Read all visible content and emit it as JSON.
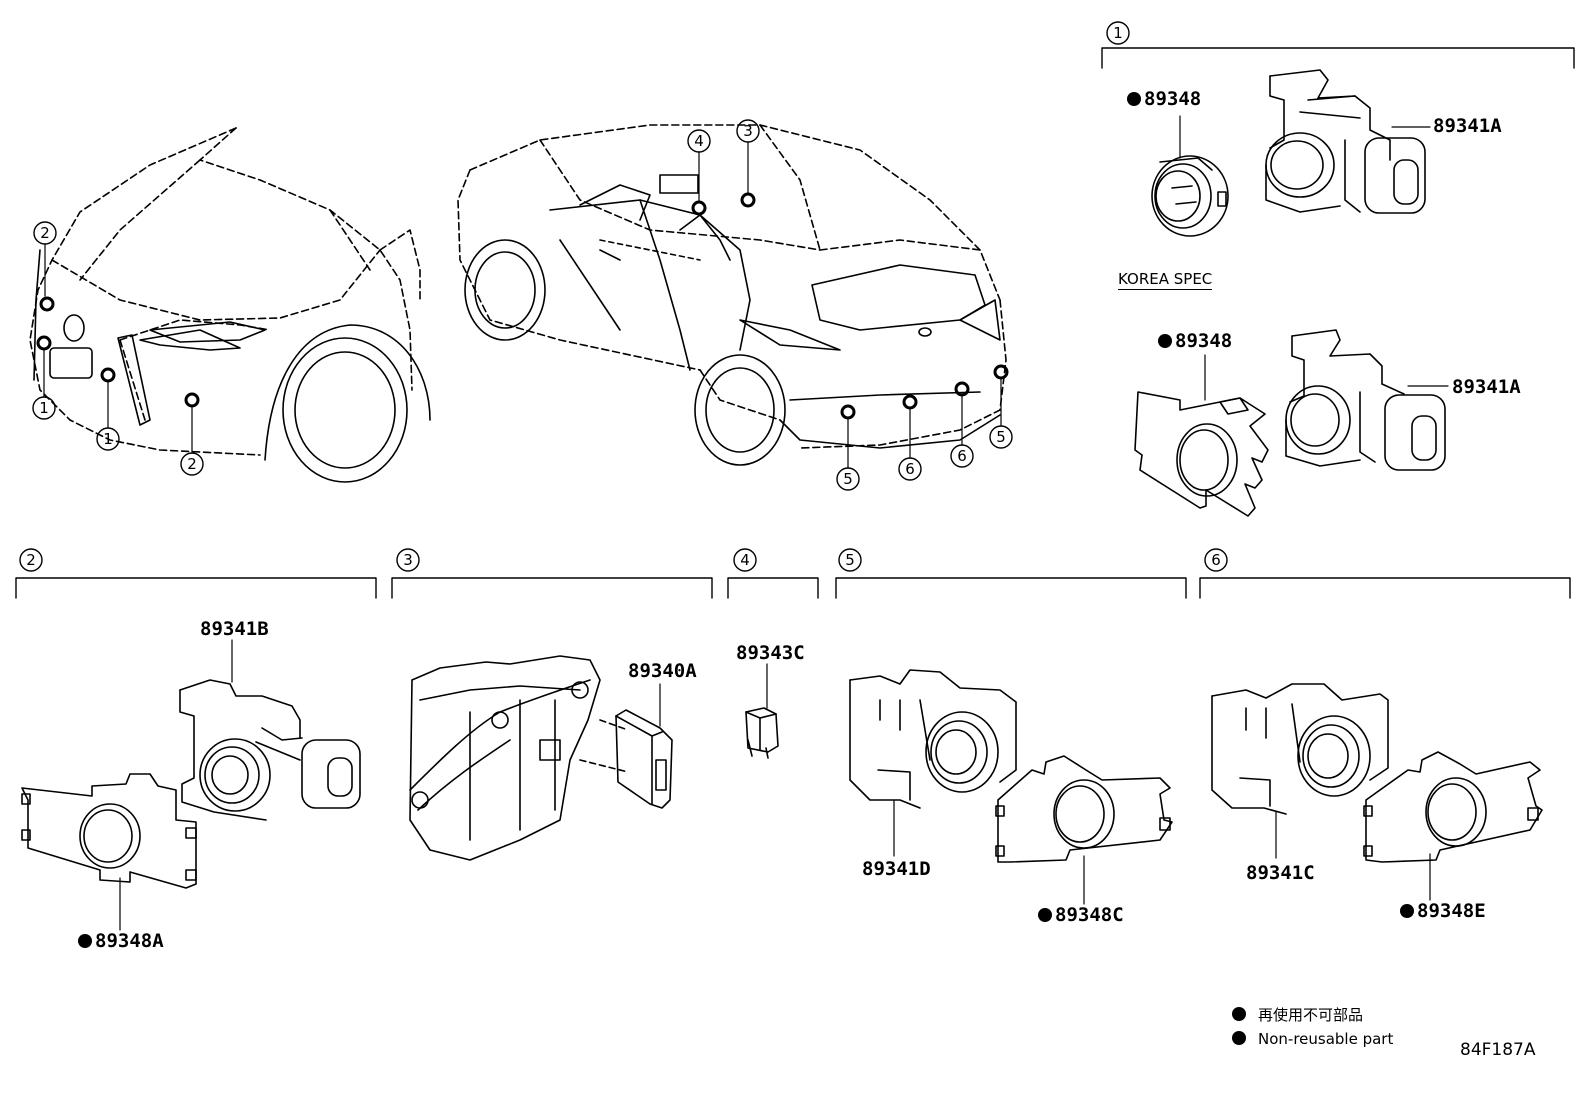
{
  "diagram": {
    "markers": {
      "m1": "1",
      "m2": "2",
      "m3": "3",
      "m4": "4",
      "m5": "5",
      "m6": "6"
    },
    "group1": {
      "label": "1",
      "standard": {
        "retainer": "89348",
        "sensor": "89341A"
      },
      "korea_spec_title": "KOREA SPEC",
      "korea": {
        "retainer": "89348",
        "sensor": "89341A"
      }
    },
    "group2": {
      "label": "2",
      "sensor": "89341B",
      "retainer": "89348A"
    },
    "group3": {
      "label": "3",
      "ecu": "89340A"
    },
    "group4": {
      "label": "4",
      "relay": "89343C"
    },
    "group5": {
      "label": "5",
      "sensor": "89341D",
      "retainer": "89348C"
    },
    "group6": {
      "label": "6",
      "sensor": "89341C",
      "retainer": "89348E"
    },
    "legend": {
      "jp": "再使用不可部品",
      "en": "Non-reusable part"
    },
    "diagram_code": "84F187A"
  }
}
